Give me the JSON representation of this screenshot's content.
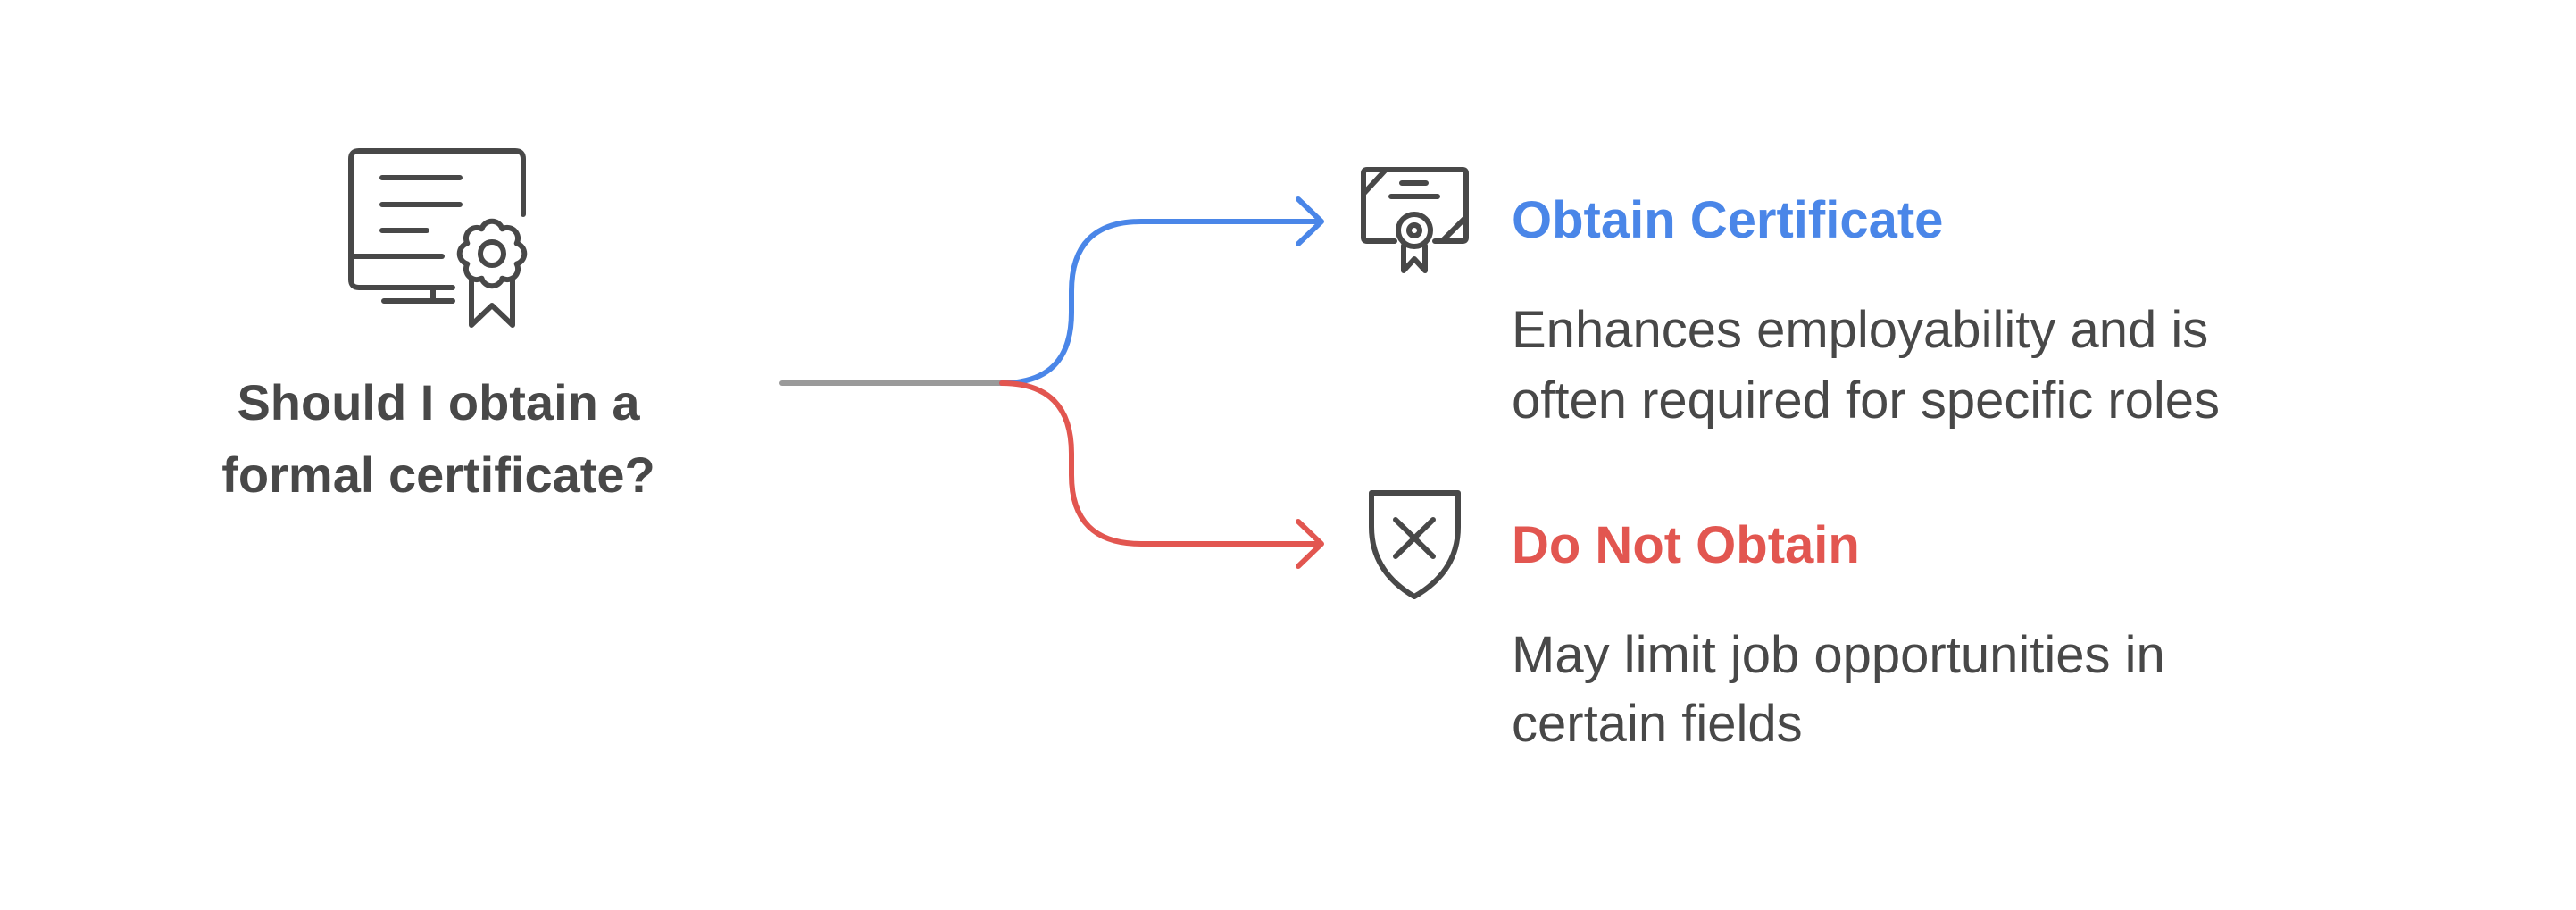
{
  "question": {
    "line1": "Should I obtain a",
    "line2": "formal certificate?"
  },
  "options": [
    {
      "title": "Obtain Certificate",
      "desc_line1": "Enhances employability and is",
      "desc_line2": "often required for specific roles",
      "color": "#4a86e8",
      "icon": "certificate-icon"
    },
    {
      "title": "Do Not Obtain",
      "desc_line1": "May limit job opportunities in",
      "desc_line2": "certain fields",
      "color": "#e25650",
      "icon": "shield-x-icon"
    }
  ],
  "colors": {
    "text": "#484848",
    "stem": "#9a9a9a"
  }
}
